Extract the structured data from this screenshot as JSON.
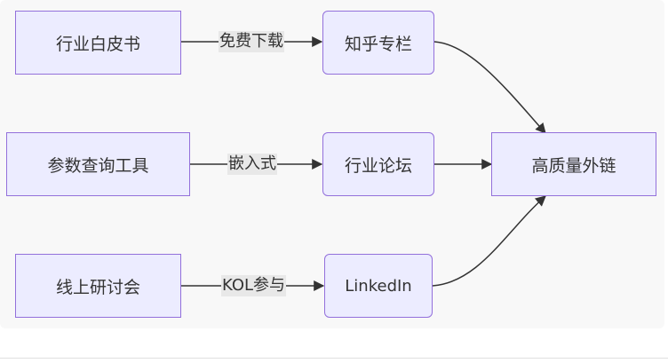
{
  "nodes": {
    "whitepaper": "行业白皮书",
    "param_tool": "参数查询工具",
    "webinar": "线上研讨会",
    "zhihu": "知乎专栏",
    "forum": "行业论坛",
    "linkedin": "LinkedIn",
    "backlinks": "高质量外链"
  },
  "edges": {
    "free_download": "免费下载",
    "embedded": "嵌入式",
    "kol": "KOL参与"
  },
  "colors": {
    "node_fill": "#ececff",
    "node_border": "#9370db",
    "edge": "#333333",
    "label_bg": "#e8e8e8"
  }
}
